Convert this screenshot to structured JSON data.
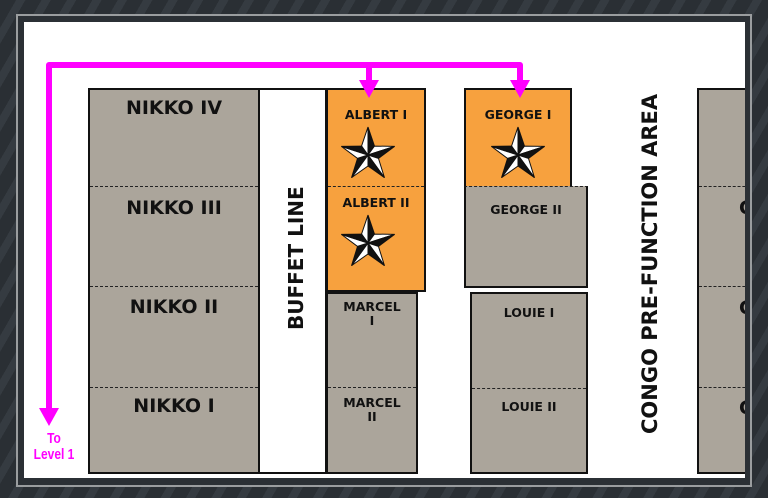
{
  "rooms": {
    "nikko": [
      "NIKKO IV",
      "NIKKO III",
      "NIKKO II",
      "NIKKO I"
    ],
    "albert": [
      "ALBERT I",
      "ALBERT II"
    ],
    "marcel": [
      "MARCEL\nI",
      "MARCEL\nII"
    ],
    "george": [
      "GEORGE I",
      "GEORGE II"
    ],
    "louie": [
      "LOUIE I",
      "LOUIE II"
    ],
    "right_partial": [
      "C",
      "C",
      "C"
    ]
  },
  "areas": {
    "buffet": "BUFFET LINE",
    "congo": "CONGO PRE-FUNCTION AREA"
  },
  "route": {
    "exit_label_1": "To",
    "exit_label_2": "Level 1"
  },
  "highlighted_rooms": [
    "ALBERT I",
    "ALBERT II",
    "GEORGE I"
  ],
  "colors": {
    "route": "#ff00ff",
    "highlight": "#f7a13e",
    "room": "#aba59b"
  },
  "icons": {
    "highlight_marker": "nautical-star-icon"
  }
}
